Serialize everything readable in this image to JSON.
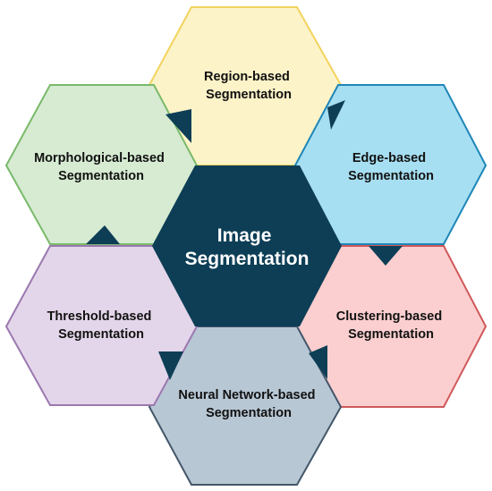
{
  "center": {
    "line1": "Image",
    "line2": "Segmentation",
    "fill": "#0d3e56"
  },
  "hexagons": {
    "region": {
      "line1": "Region-based",
      "line2": "Segmentation",
      "fill": "#fdf3c8",
      "stroke": "#f2d35e"
    },
    "edge": {
      "line1": "Edge-based",
      "line2": "Segmentation",
      "fill": "#a7dff2",
      "stroke": "#1e86b8"
    },
    "clustering": {
      "line1": "Clustering-based",
      "line2": "Segmentation",
      "fill": "#fbcfcf",
      "stroke": "#d0585a"
    },
    "neural": {
      "line1": "Neural Network-based",
      "line2": "Segmentation",
      "fill": "#b8c7d4",
      "stroke": "#43566a"
    },
    "threshold": {
      "line1": "Threshold-based",
      "line2": "Segmentation",
      "fill": "#e4d6ea",
      "stroke": "#9b78b0"
    },
    "morphological": {
      "line1": "Morphological-based",
      "line2": "Segmentation",
      "fill": "#d6ebd2",
      "stroke": "#7ab96a"
    }
  },
  "arrow_color": "#0d3e56"
}
